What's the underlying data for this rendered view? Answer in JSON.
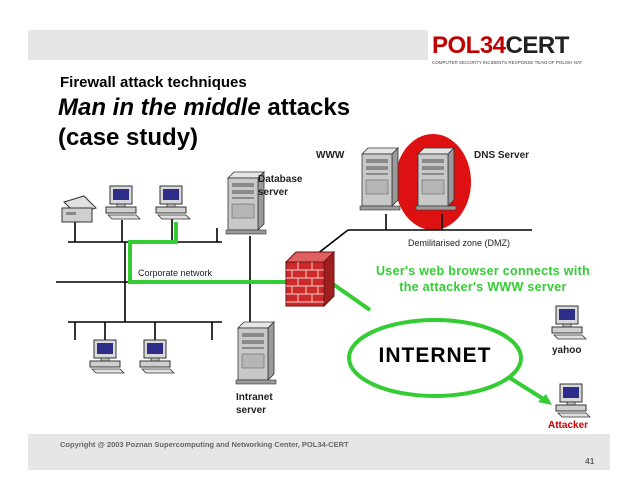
{
  "logo": {
    "main_red": "POL34",
    "main_dark": "CERT",
    "subtitle": "COMPUTER SECURITY INCIDENTS RESPONSE TEAM OF POLISH NATIONAL NETWORK"
  },
  "title": {
    "small": "Firewall attack techniques",
    "line2_italic": "Man in the middle",
    "line2_rest": " attacks",
    "line3": "(case study)"
  },
  "labels": {
    "www": "WWW",
    "dns_server": "DNS Server",
    "database_line1": "Database",
    "database_line2": "server",
    "dmz": "Demilitarised zone (DMZ)",
    "corporate_network": "Corporate network",
    "intranet_line1": "Intranet",
    "intranet_line2": "server",
    "yahoo": "yahoo",
    "attacker": "Attacker",
    "internet": "INTERNET"
  },
  "callout": {
    "line1": "User's web browser connects with",
    "line2": "the attacker's WWW server"
  },
  "footer": {
    "copyright": "Copyright @ 2003 Poznan Supercomputing and Networking Center, POL34-CERT",
    "page_number": "41"
  },
  "colors": {
    "accent_green": "#33cc33",
    "brand_red": "#c00000",
    "attacker_red": "#d00000",
    "dns_highlight": "#dd1111",
    "bar_gray": "#e6e6e6"
  }
}
